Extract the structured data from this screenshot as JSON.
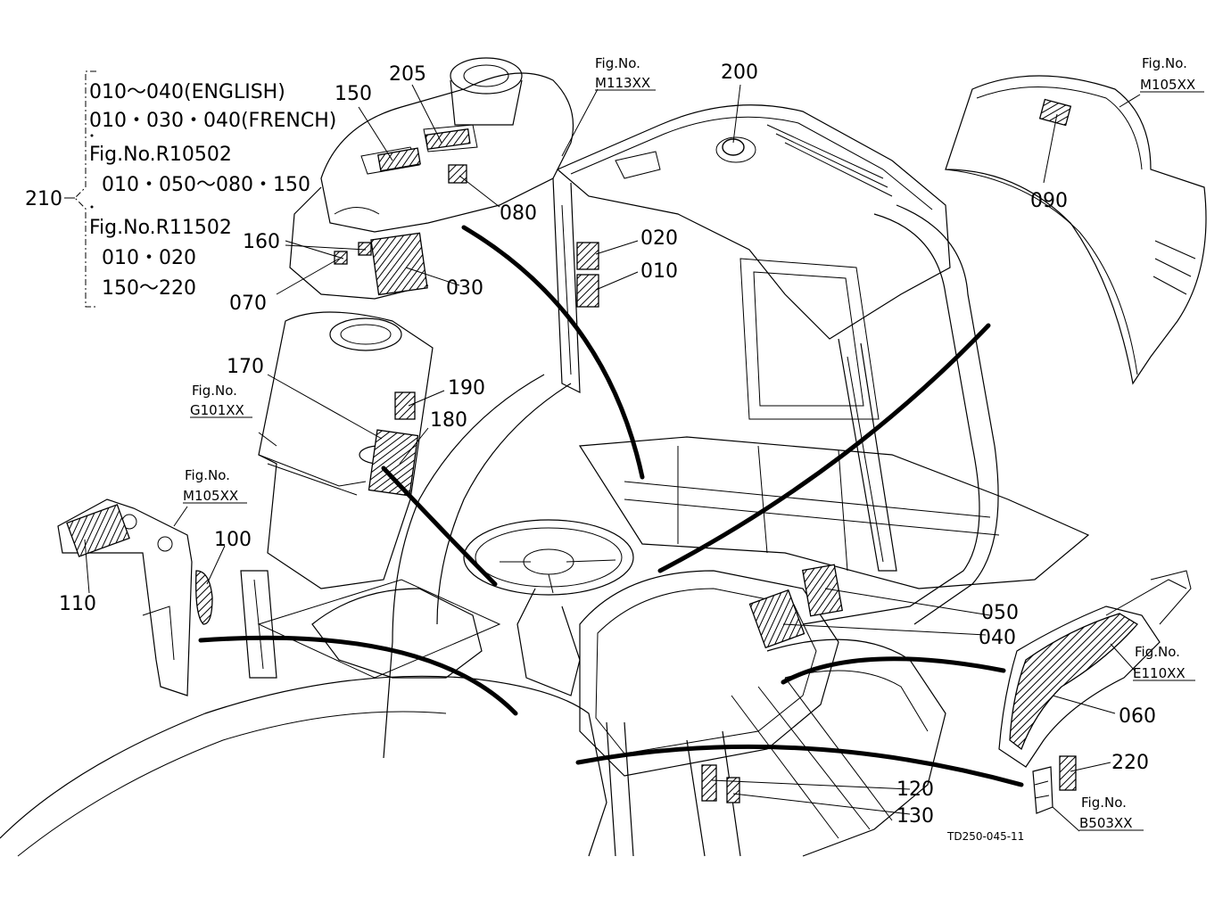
{
  "legend": {
    "code": "210",
    "lines": [
      "010～040(ENGLISH)",
      "010・030・040(FRENCH)",
      "Fig.No.R10502",
      "010・050～080・150",
      "Fig.No.R11502",
      "010・020",
      "150～220"
    ]
  },
  "callouts": {
    "c010": "010",
    "c020": "020",
    "c030": "030",
    "c040": "040",
    "c050": "050",
    "c060": "060",
    "c070": "070",
    "c080": "080",
    "c090": "090",
    "c100": "100",
    "c110": "110",
    "c120": "120",
    "c130": "130",
    "c150": "150",
    "c160": "160",
    "c170": "170",
    "c180": "180",
    "c190": "190",
    "c200": "200",
    "c205": "205",
    "c220": "220"
  },
  "fig_refs": {
    "m113": {
      "label": "Fig.No.",
      "code": "M113XX"
    },
    "m105_top": {
      "label": "Fig.No.",
      "code": "M105XX"
    },
    "g101": {
      "label": "Fig.No.",
      "code": "G101XX"
    },
    "m105_left": {
      "label": "Fig.No.",
      "code": "M105XX"
    },
    "e110": {
      "label": "Fig.No.",
      "code": "E110XX"
    },
    "b503": {
      "label": "Fig.No.",
      "code": "B503XX"
    }
  },
  "drawing_code": "TD250-045-11"
}
